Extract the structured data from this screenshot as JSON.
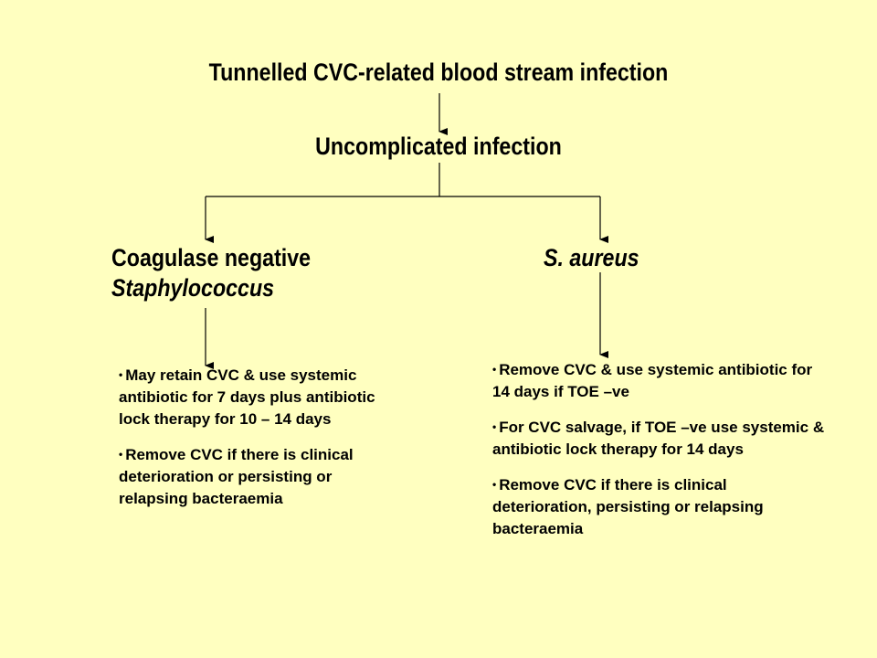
{
  "slide": {
    "background": "#ffffc0",
    "text_color": "#000000",
    "line_color": "#000000",
    "title": "Tunnelled CVC-related blood stream infection",
    "subtitle": "Uncomplicated infection",
    "branches": {
      "cons": {
        "title_line1": "Coagulase negative",
        "title_line2": "Staphylococcus",
        "bullets": [
          "May retain CVC & use systemic antibiotic for 7 days plus antibiotic lock therapy for 10 – 14 days",
          "Remove CVC if there is clinical deterioration or persisting or relapsing bacteraemia"
        ]
      },
      "saureus": {
        "title": "S. aureus",
        "bullets": [
          "Remove CVC & use systemic antibiotic for 14 days if TOE –ve",
          "For CVC salvage, if TOE –ve use systemic & antibiotic lock therapy for 14 days",
          "Remove CVC if there is clinical deterioration, persisting or relapsing bacteraemia"
        ]
      }
    }
  }
}
